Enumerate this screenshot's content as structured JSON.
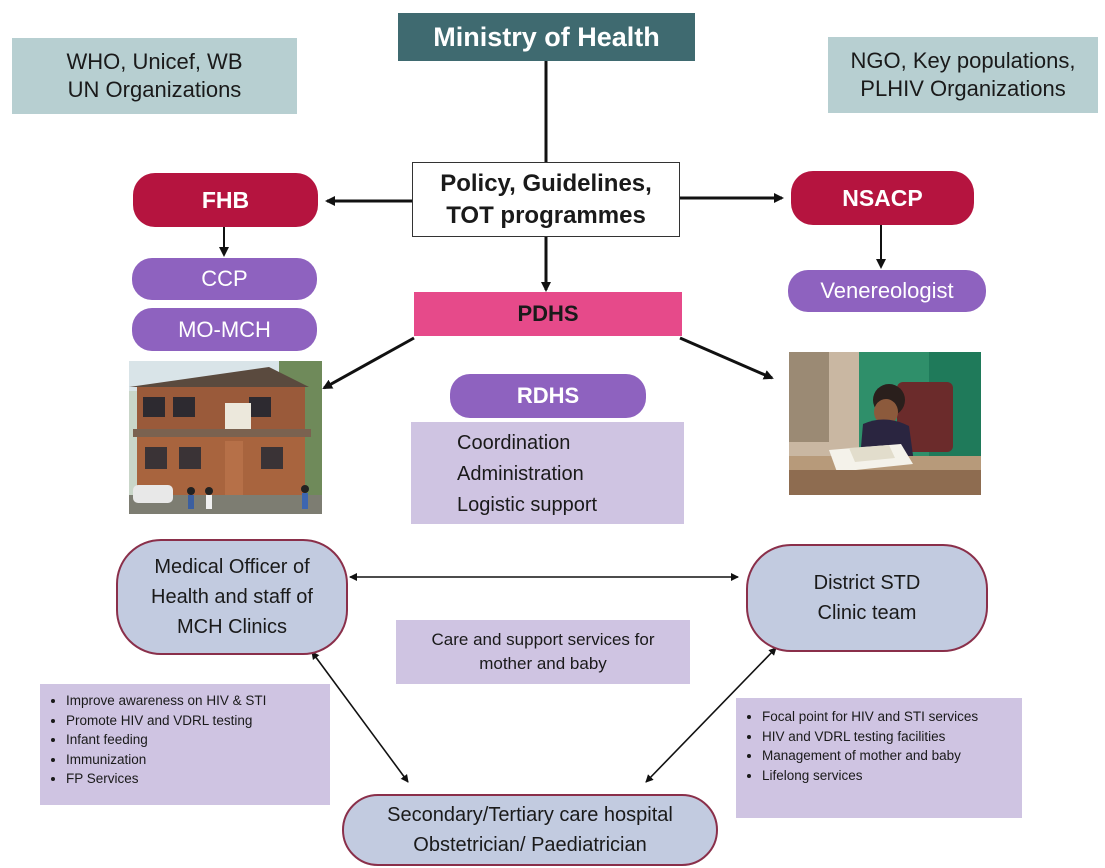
{
  "ministry": "Ministry of Health",
  "who_box": [
    "WHO, Unicef, WB",
    "UN Organizations"
  ],
  "ngo_box": [
    "NGO, Key populations,",
    "PLHIV Organizations"
  ],
  "policy_box": [
    "Policy, Guidelines,",
    "TOT programmes"
  ],
  "fhb": "FHB",
  "nsacp": "NSACP",
  "ccp": "CCP",
  "mo_mch": "MO-MCH",
  "venereologist": "Venereologist",
  "pdhs": "PDHS",
  "rdhs": "RDHS",
  "rdhs_functions": [
    "Coordination",
    "Administration",
    "Logistic support"
  ],
  "moh_oval": [
    "Medical Officer of",
    "Health and staff of",
    "MCH Clinics"
  ],
  "std_oval": [
    "District STD",
    "Clinic team"
  ],
  "hospital_oval": [
    "Secondary/Tertiary care hospital",
    "Obstetrician/ Paediatrician"
  ],
  "care_box": [
    "Care and support services for",
    "mother and baby"
  ],
  "left_bullets": [
    "Improve awareness on HIV & STI",
    "Promote HIV and VDRL testing",
    "Infant feeding",
    "Immunization",
    "FP Services"
  ],
  "right_bullets": [
    "Focal point for HIV and STI services",
    "HIV and VDRL testing facilities",
    "Management of mother and baby",
    "Lifelong services"
  ],
  "colors": {
    "ministry": "#3f6a70",
    "grey_box": "#b7cfd1",
    "red_pill": "#b5143f",
    "purple_pill": "#8e62bf",
    "pdhs": "#e64a8a",
    "lavender": "#cfc4e2",
    "oval": "#c2cbe0",
    "oval_border": "#8a2f4a"
  }
}
